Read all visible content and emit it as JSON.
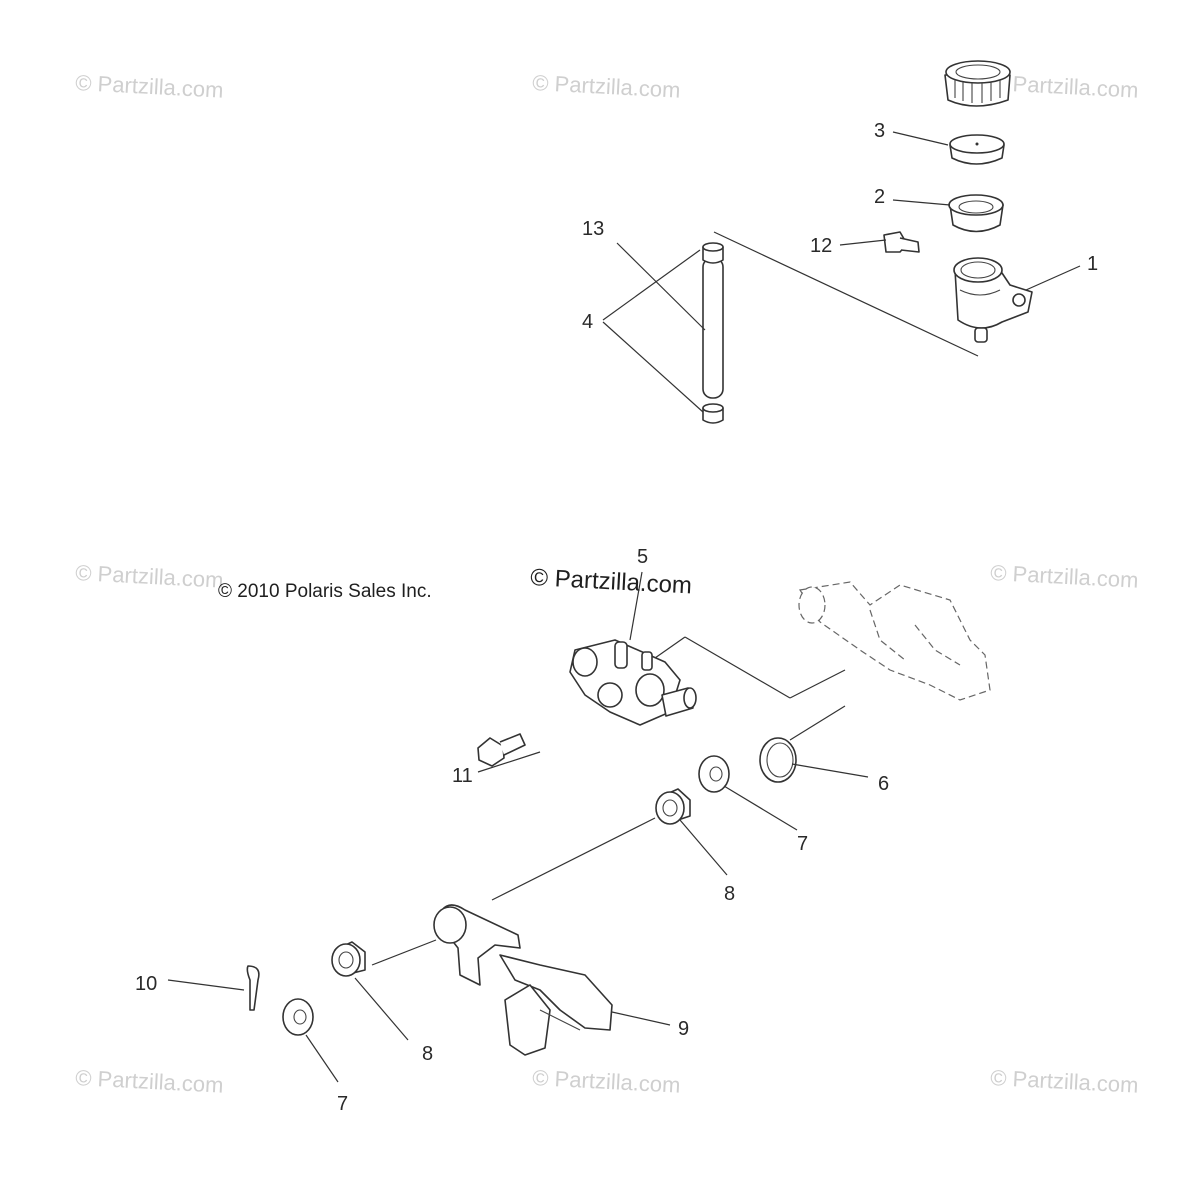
{
  "copyright": "© 2010 Polaris Sales Inc.",
  "watermark_main": "© Partzilla.com",
  "watermark_faint": "© Partzilla.com",
  "callouts": [
    "1",
    "2",
    "3",
    "4",
    "5",
    "6",
    "7",
    "7",
    "8",
    "8",
    "9",
    "10",
    "11",
    "12",
    "13"
  ],
  "colors": {
    "line": "#333333",
    "watermark": "#cfcfcf",
    "background": "#ffffff"
  }
}
